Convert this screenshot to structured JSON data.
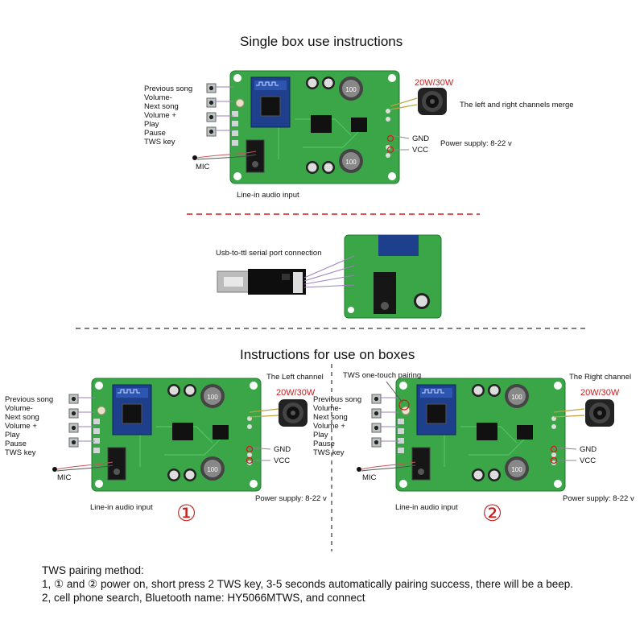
{
  "single": {
    "title": "Single box use instructions",
    "keys": [
      "Previous song",
      "Volume-",
      "Next song",
      "Volume +",
      "Play",
      "Pause",
      "TWS key"
    ],
    "mic": "MIC",
    "line_in": "Line-in audio input",
    "wattage": "20W/30W",
    "speaker_note": "The left and right channels merge",
    "gnd": "GND",
    "vcc": "VCC",
    "power": "Power supply: 8-22 v"
  },
  "serial": {
    "label": "Usb-to-ttl serial port connection"
  },
  "boxes": {
    "title": "Instructions for use on boxes",
    "left": {
      "channel": "The Left channel",
      "wattage": "20W/30W",
      "keys": [
        "Previous song",
        "Volume-",
        "Next song",
        "Volume +",
        "Play",
        "Pause",
        "TWS key"
      ],
      "mic": "MIC",
      "line_in": "Line-in audio input",
      "gnd": "GND",
      "vcc": "VCC",
      "power": "Power supply: 8-22 v",
      "number": "①"
    },
    "right": {
      "pairing": "TWS one-touch pairing",
      "channel": "The Right channel",
      "wattage": "20W/30W",
      "keys": [
        "Previous song",
        "Volume-",
        "Next song",
        "Volume +",
        "Play",
        "Pause",
        "TWS key"
      ],
      "mic": "MIC",
      "line_in": "Line-in audio input",
      "gnd": "GND",
      "vcc": "VCC",
      "power": "Power supply: 8-22 v",
      "number": "②"
    }
  },
  "pairing": {
    "heading": "TWS pairing method:",
    "step1": "1, ① and ② power on, short press 2 TWS key, 3-5 seconds automatically pairing success, there will be a beep.",
    "step2": "2, cell phone search, Bluetooth name: HY5066MTWS, and connect"
  },
  "colors": {
    "pcb": "#3aa648",
    "pcb_dark": "#2a8a38",
    "module": "#1e3f8c",
    "accent_red": "#c81e1e",
    "wire": "#9a82b8"
  }
}
